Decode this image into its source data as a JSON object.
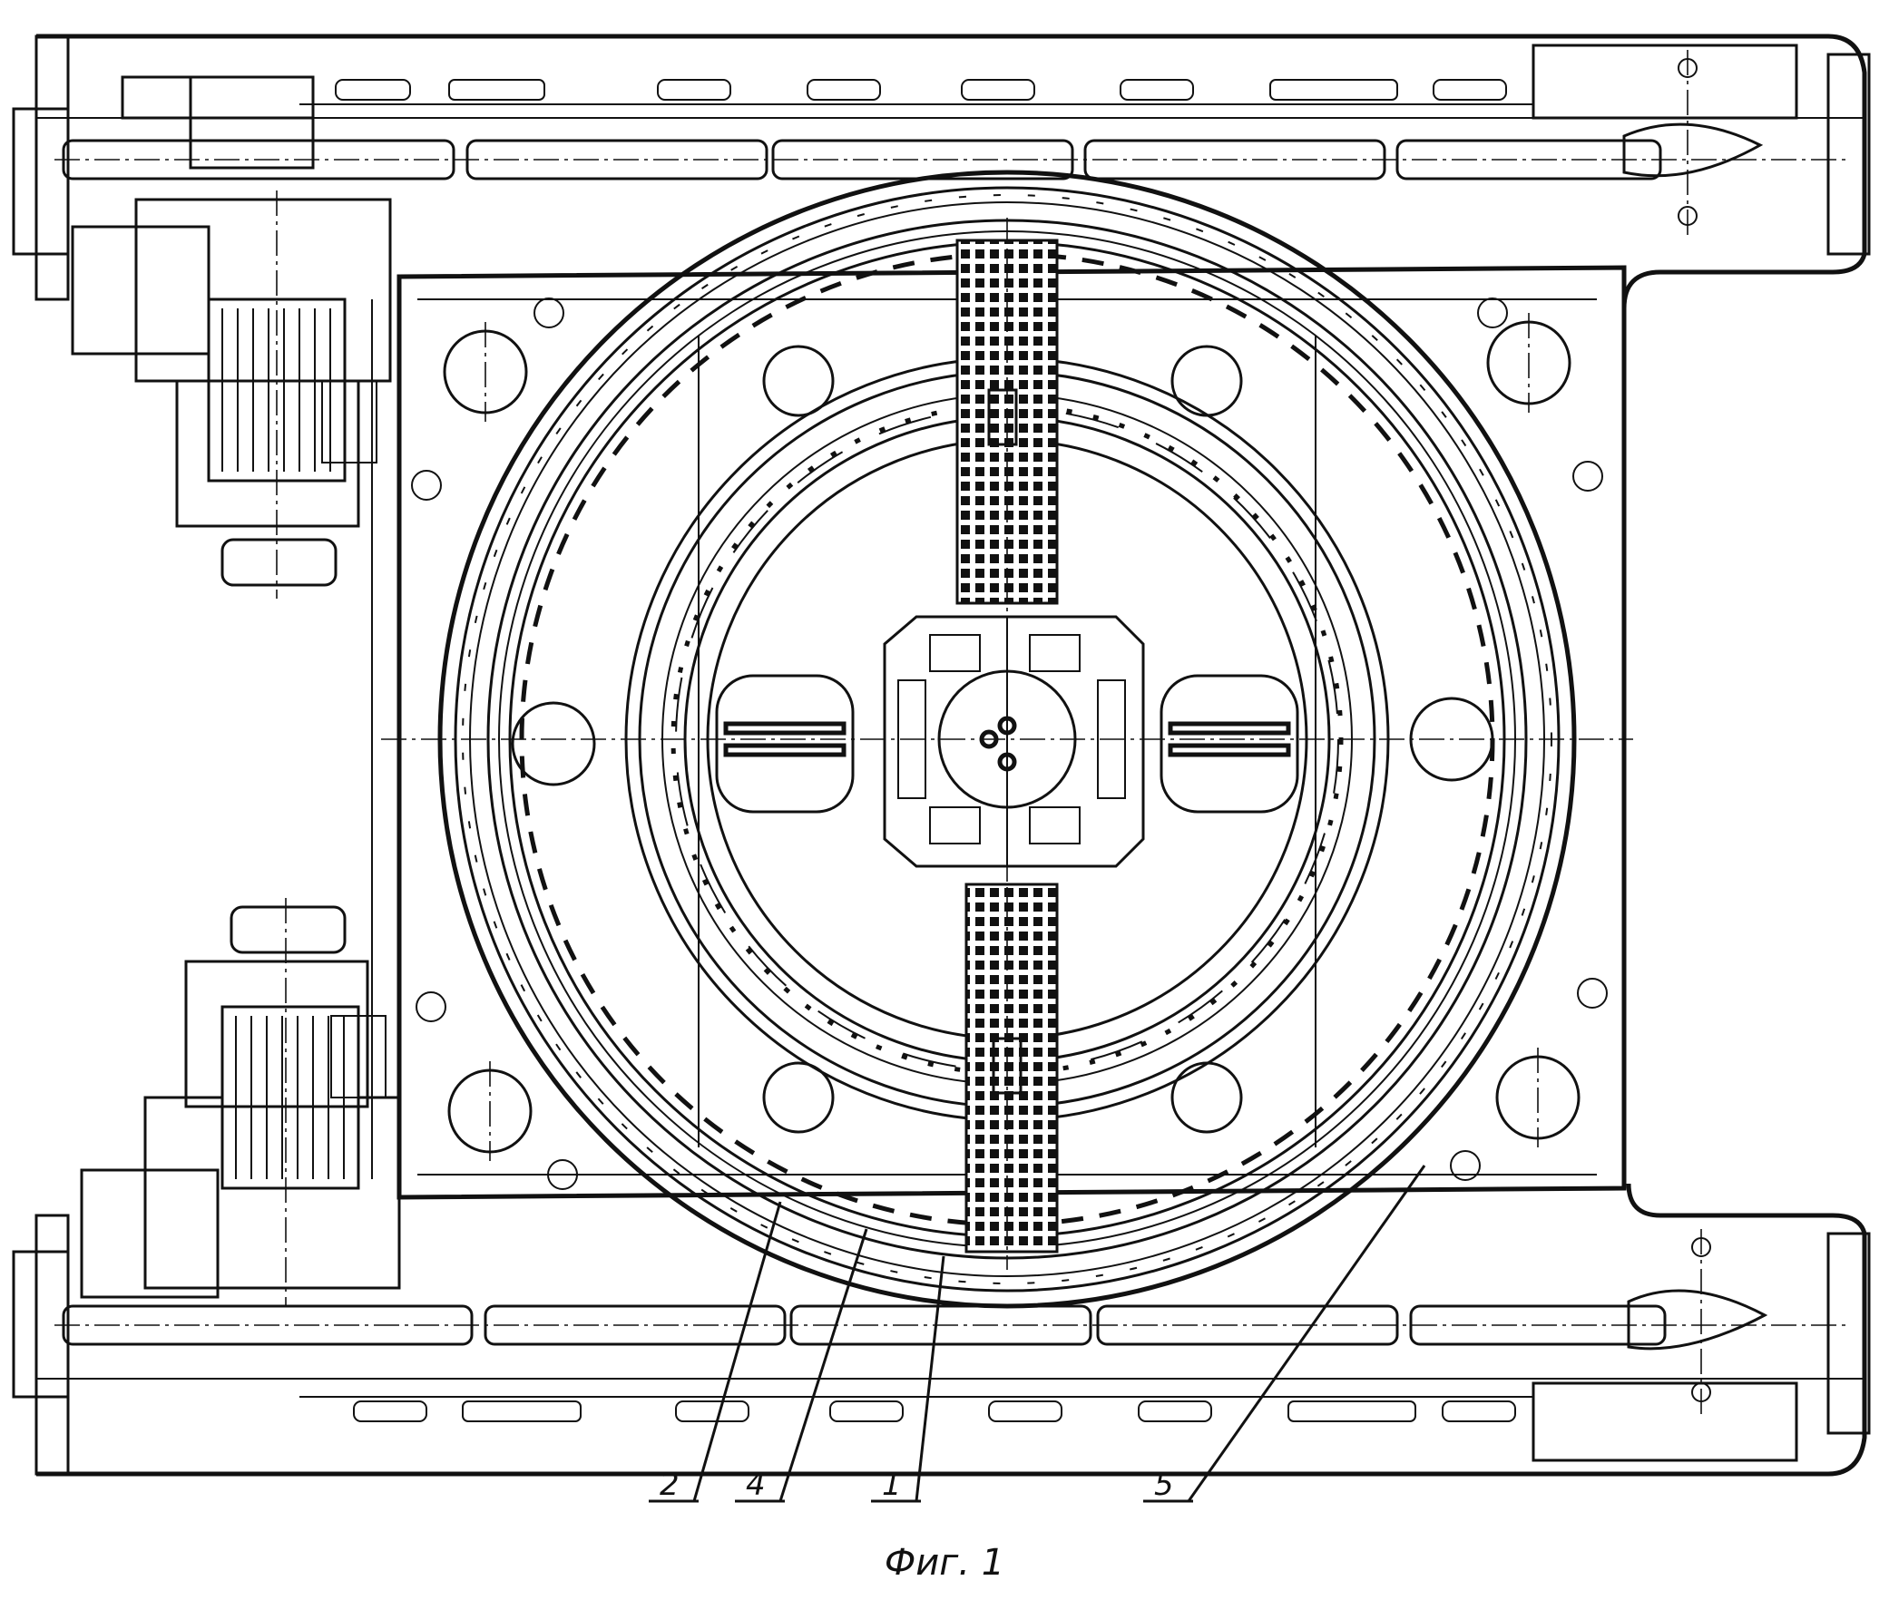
{
  "figure": {
    "caption": "Фиг. 1"
  },
  "callouts": [
    {
      "label": "2"
    },
    {
      "label": "4"
    },
    {
      "label": "1"
    },
    {
      "label": "5"
    }
  ]
}
